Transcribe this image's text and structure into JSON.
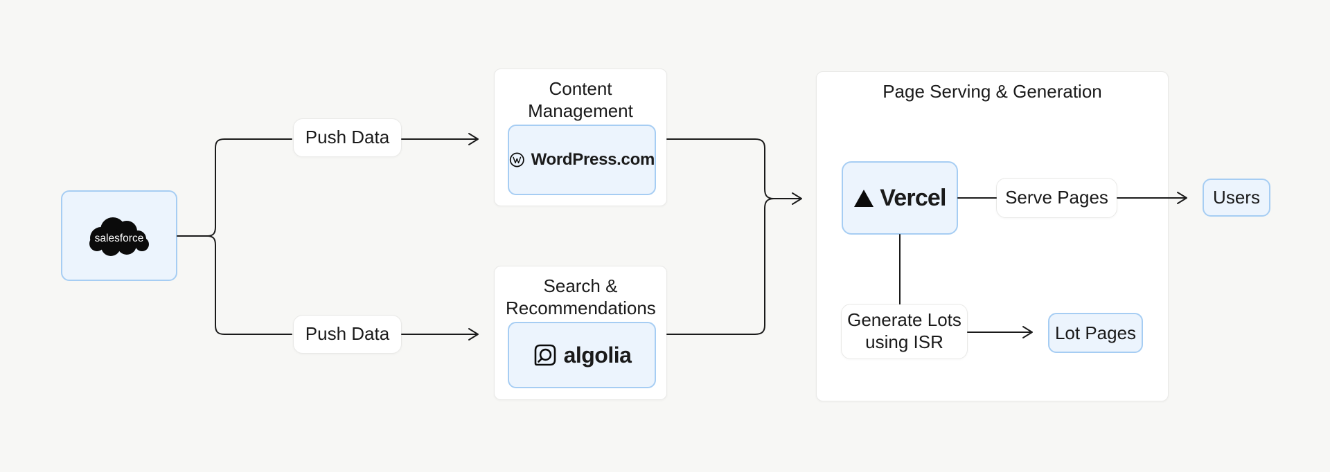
{
  "diagram": {
    "nodes": {
      "salesforce": "salesforce",
      "users": "Users"
    },
    "edge_labels": {
      "push_data_top": "Push Data",
      "push_data_bottom": "Push Data"
    },
    "groups": {
      "content_management": {
        "title": "Content Management",
        "service": "WordPress.com"
      },
      "search_recommendations": {
        "title": "Search & Recommendations",
        "service": "algolia"
      },
      "page_serving": {
        "title": "Page Serving & Generation",
        "vercel": "Vercel",
        "serve_pages": "Serve Pages",
        "generate_lots": "Generate Lots using ISR",
        "lot_pages": "Lot Pages"
      }
    },
    "icons": {
      "salesforce": "salesforce-cloud-icon",
      "wordpress": "wordpress-icon",
      "algolia": "algolia-icon",
      "vercel": "vercel-triangle-icon"
    },
    "colors": {
      "background": "#f7f7f5",
      "card_fill": "#ffffff",
      "card_border": "#e9e9e7",
      "node_fill": "#ecf4fd",
      "node_border": "#a6cdf3",
      "line": "#1a1a1a",
      "text": "#1a1a1a"
    }
  }
}
